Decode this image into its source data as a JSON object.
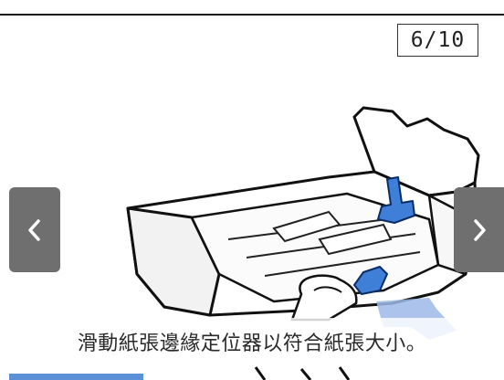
{
  "slideshow": {
    "page_counter": "6/10",
    "caption": "滑動紙張邊緣定位器以符合紙張大小。",
    "prev_icon": "chevron-left-icon",
    "next_icon": "chevron-right-icon"
  },
  "illustration": {
    "subject": "paper-cassette-edge-guides",
    "accent": "#3f7fd8",
    "arrow_color": "#9db9e8"
  }
}
